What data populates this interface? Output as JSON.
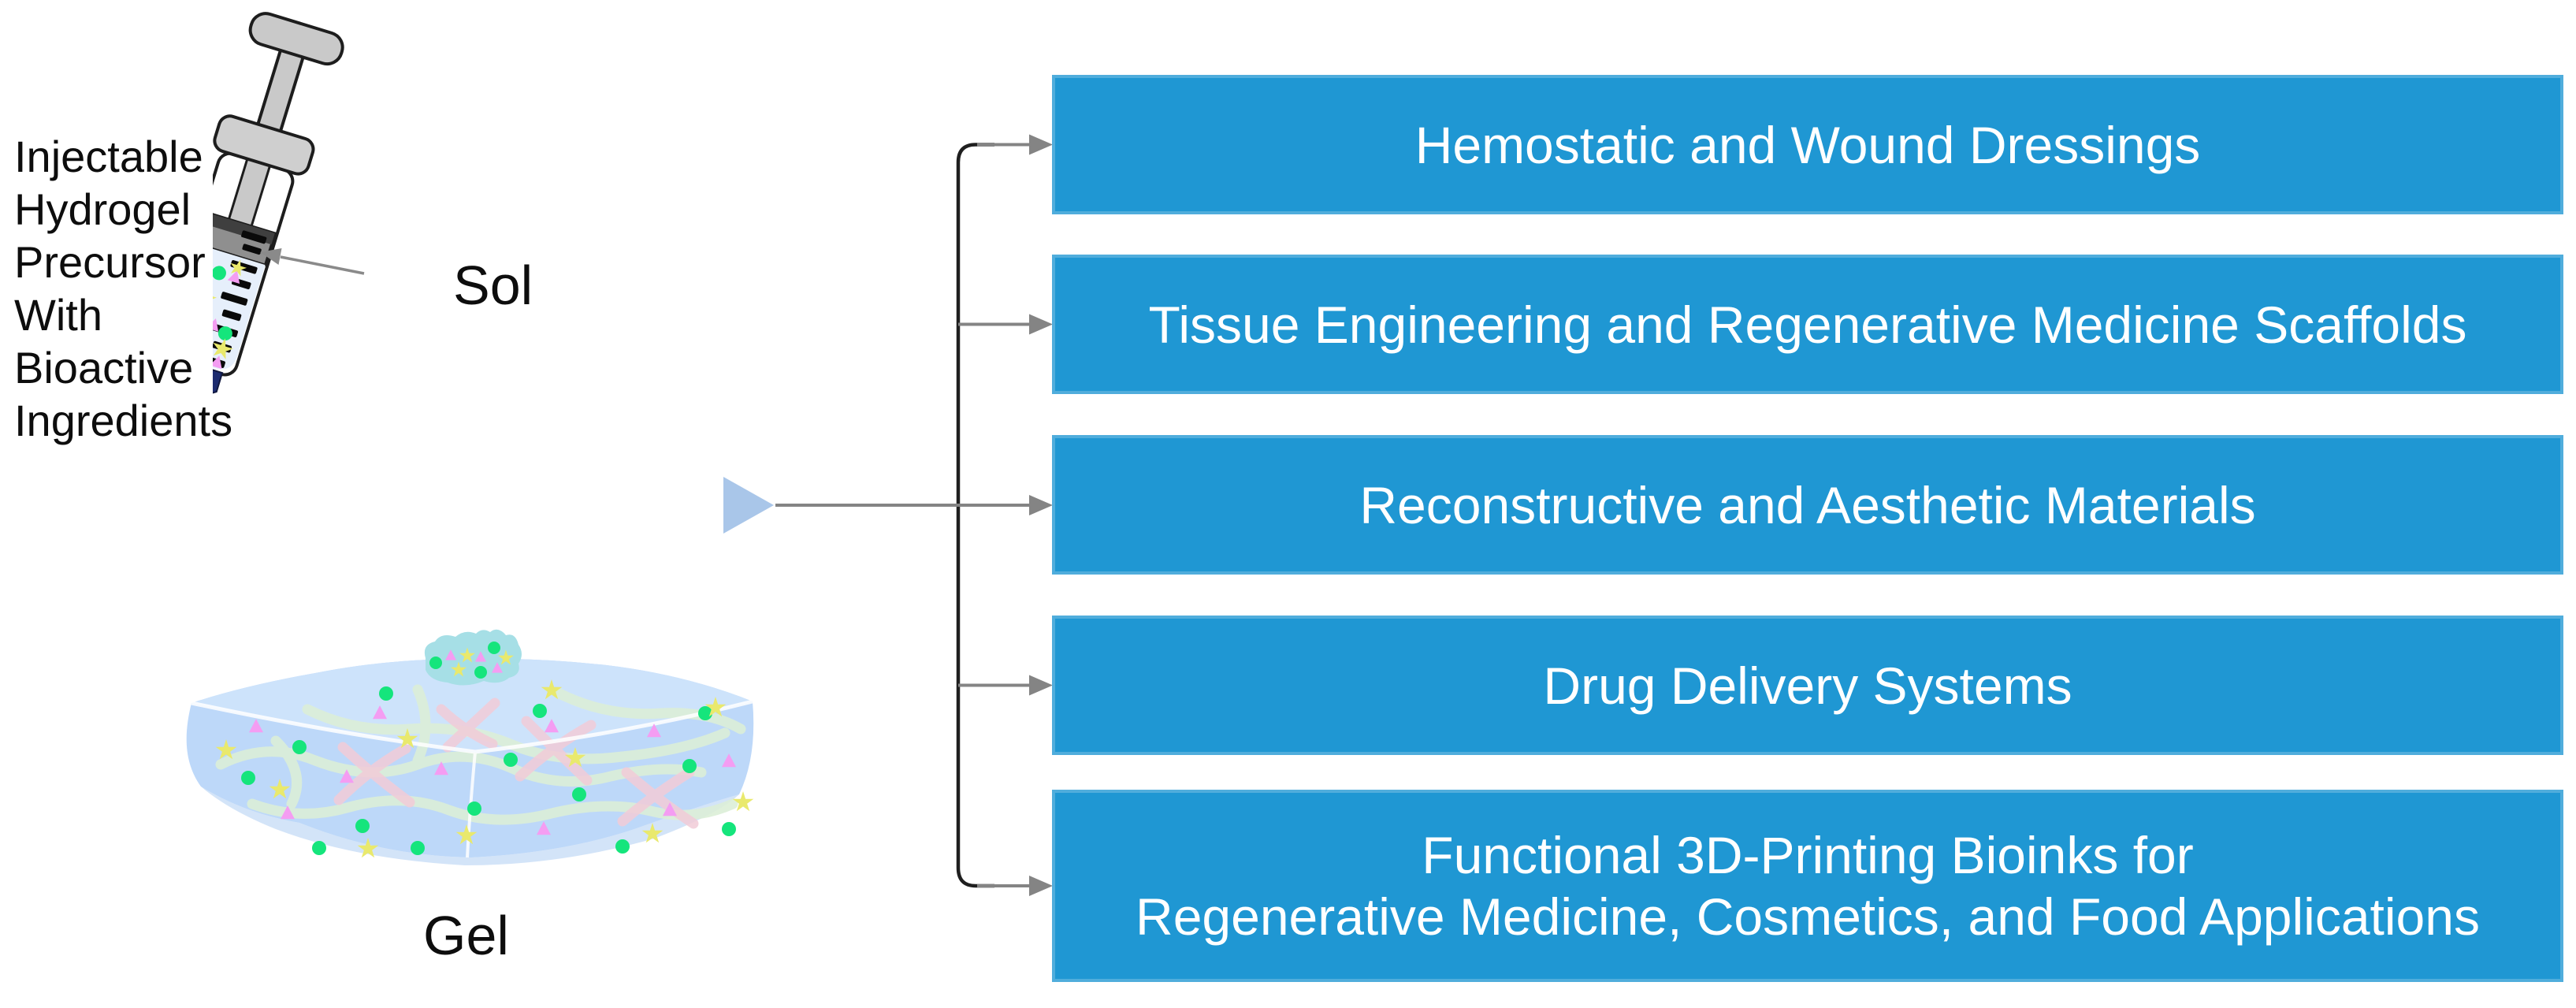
{
  "page": {
    "background": "#ffffff"
  },
  "illustration": {
    "precursor_label_lines": [
      "Injectable",
      "Hydrogel",
      "Precursor",
      "With",
      "Bioactive",
      "Ingredients"
    ],
    "sol_label": "Sol",
    "gel_label": "Gel"
  },
  "applications": {
    "boxes": [
      {
        "lines": [
          "Hemostatic and Wound Dressings"
        ]
      },
      {
        "lines": [
          "Tissue Engineering and Regenerative Medicine Scaffolds"
        ]
      },
      {
        "lines": [
          "Reconstructive and Aesthetic Materials"
        ]
      },
      {
        "lines": [
          "Drug Delivery Systems"
        ]
      },
      {
        "lines": [
          "Functional 3D-Printing Bioinks for",
          "Regenerative Medicine, Cosmetics, and Food Applications"
        ]
      }
    ]
  },
  "icons": {
    "flow_triangle_icon": "right-pointing-triangle",
    "branch_arrowhead_icon": "right-arrowhead",
    "precursor_arrowhead_icon": "left-arrowhead",
    "syringe_icon": "syringe-with-bioactive-particles",
    "gel_icon": "hydrogel-slab-with-polymer-network"
  },
  "colors": {
    "application_box_fill": "#1f97d3",
    "application_box_text": "#ffffff",
    "pointer_triangle": "#a9c6e9",
    "connector_line": "#848484",
    "trunk_line": "#1f1f1f",
    "label_text": "#0d0d0d",
    "syringe_gray": "#c9c9c9",
    "needle_hub_navy": "#1c2b6f",
    "barrel_liquid": "#e6effb",
    "gel_top_face": "#cde3fb",
    "gel_front_face": "#bdd8f9",
    "droplet_teal": "#a6dfe6",
    "particle_green": "#15e57c",
    "particle_pink": "#f49df2",
    "particle_yellow": "#e9e96d",
    "strand_green": "#dcefd8",
    "strand_pink": "#f2ccd8"
  }
}
